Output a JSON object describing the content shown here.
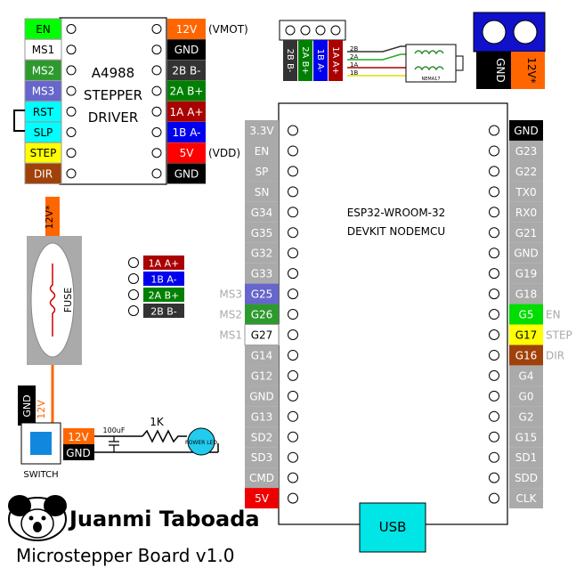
{
  "driver": {
    "title_line1": "A4988",
    "title_line2": "STEPPER",
    "title_line3": "DRIVER",
    "left_pins": [
      {
        "label": "EN",
        "bg": "#00ff00",
        "fg": "#000000"
      },
      {
        "label": "MS1",
        "bg": "#ffffff",
        "fg": "#000000"
      },
      {
        "label": "MS2",
        "bg": "#2e9a2e",
        "fg": "#ffffff"
      },
      {
        "label": "MS3",
        "bg": "#6666cc",
        "fg": "#ffffff"
      },
      {
        "label": "RST",
        "bg": "#00ffff",
        "fg": "#000000"
      },
      {
        "label": "SLP",
        "bg": "#00ffff",
        "fg": "#000000"
      },
      {
        "label": "STEP",
        "bg": "#ffff00",
        "fg": "#000000"
      },
      {
        "label": "DIR",
        "bg": "#a0410a",
        "fg": "#ffffff"
      }
    ],
    "right_pins": [
      {
        "label": "12V",
        "bg": "#ff6600",
        "fg": "#ffffff",
        "note": "(VMOT)"
      },
      {
        "label": "GND",
        "bg": "#000000",
        "fg": "#ffffff",
        "note": ""
      },
      {
        "label": "2B B-",
        "bg": "#333333",
        "fg": "#ffffff",
        "note": ""
      },
      {
        "label": "2A B+",
        "bg": "#008000",
        "fg": "#ffffff",
        "note": ""
      },
      {
        "label": "1A A+",
        "bg": "#aa0000",
        "fg": "#ffffff",
        "note": ""
      },
      {
        "label": "1B A-",
        "bg": "#0000ee",
        "fg": "#ffffff",
        "note": ""
      },
      {
        "label": "5V",
        "bg": "#ff0000",
        "fg": "#ffffff",
        "note": "(VDD)"
      },
      {
        "label": "GND",
        "bg": "#000000",
        "fg": "#ffffff",
        "note": ""
      }
    ]
  },
  "motor_connector": {
    "pins": [
      {
        "label": "2B B-",
        "bg": "#333333"
      },
      {
        "label": "2A B+",
        "bg": "#008000"
      },
      {
        "label": "1B A-",
        "bg": "#0000ee"
      },
      {
        "label": "1A A+",
        "bg": "#aa0000"
      }
    ],
    "wire_labels": [
      "2B",
      "2A",
      "1A",
      "1B"
    ],
    "motor_label": "NEMA17"
  },
  "power_jack": {
    "gnd": "GND",
    "v12": "12V*"
  },
  "fuse": {
    "label": "FUSE",
    "top_label": "12V*",
    "wire_label": "12V"
  },
  "switch": {
    "label": "SWITCH",
    "gnd": "GND"
  },
  "power_block": {
    "v12": "12V",
    "gnd": "GND",
    "cap": "100uF",
    "resistor": "1K",
    "led": "POWER LED"
  },
  "motor_pins": [
    {
      "label": "1A A+",
      "bg": "#aa0000"
    },
    {
      "label": "1B A-",
      "bg": "#0000ee"
    },
    {
      "label": "2A B+",
      "bg": "#008000"
    },
    {
      "label": "2B B-",
      "bg": "#333333"
    }
  ],
  "esp32": {
    "title_line1": "ESP32-WROOM-32",
    "title_line2": "DEVKIT NODEMCU",
    "usb": "USB",
    "left_pins": [
      {
        "label": "3.3V",
        "bg": "#aaaaaa",
        "fg": "#ffffff",
        "side": ""
      },
      {
        "label": "EN",
        "bg": "#aaaaaa",
        "fg": "#ffffff",
        "side": ""
      },
      {
        "label": "SP",
        "bg": "#aaaaaa",
        "fg": "#ffffff",
        "side": ""
      },
      {
        "label": "SN",
        "bg": "#aaaaaa",
        "fg": "#ffffff",
        "side": ""
      },
      {
        "label": "G34",
        "bg": "#aaaaaa",
        "fg": "#ffffff",
        "side": ""
      },
      {
        "label": "G35",
        "bg": "#aaaaaa",
        "fg": "#ffffff",
        "side": ""
      },
      {
        "label": "G32",
        "bg": "#aaaaaa",
        "fg": "#ffffff",
        "side": ""
      },
      {
        "label": "G33",
        "bg": "#aaaaaa",
        "fg": "#ffffff",
        "side": ""
      },
      {
        "label": "G25",
        "bg": "#6666cc",
        "fg": "#ffffff",
        "side": "MS3"
      },
      {
        "label": "G26",
        "bg": "#2e9a2e",
        "fg": "#ffffff",
        "side": "MS2"
      },
      {
        "label": "G27",
        "bg": "#ffffff",
        "fg": "#000000",
        "side": "MS1"
      },
      {
        "label": "G14",
        "bg": "#aaaaaa",
        "fg": "#ffffff",
        "side": ""
      },
      {
        "label": "G12",
        "bg": "#aaaaaa",
        "fg": "#ffffff",
        "side": ""
      },
      {
        "label": "GND",
        "bg": "#aaaaaa",
        "fg": "#ffffff",
        "side": ""
      },
      {
        "label": "G13",
        "bg": "#aaaaaa",
        "fg": "#ffffff",
        "side": ""
      },
      {
        "label": "SD2",
        "bg": "#aaaaaa",
        "fg": "#ffffff",
        "side": ""
      },
      {
        "label": "SD3",
        "bg": "#aaaaaa",
        "fg": "#ffffff",
        "side": ""
      },
      {
        "label": "CMD",
        "bg": "#aaaaaa",
        "fg": "#ffffff",
        "side": ""
      },
      {
        "label": "5V",
        "bg": "#ee0000",
        "fg": "#ffffff",
        "side": ""
      }
    ],
    "right_pins": [
      {
        "label": "GND",
        "bg": "#000000",
        "fg": "#ffffff",
        "side": ""
      },
      {
        "label": "G23",
        "bg": "#aaaaaa",
        "fg": "#ffffff",
        "side": ""
      },
      {
        "label": "G22",
        "bg": "#aaaaaa",
        "fg": "#ffffff",
        "side": ""
      },
      {
        "label": "TX0",
        "bg": "#aaaaaa",
        "fg": "#ffffff",
        "side": ""
      },
      {
        "label": "RX0",
        "bg": "#aaaaaa",
        "fg": "#ffffff",
        "side": ""
      },
      {
        "label": "G21",
        "bg": "#aaaaaa",
        "fg": "#ffffff",
        "side": ""
      },
      {
        "label": "GND",
        "bg": "#aaaaaa",
        "fg": "#ffffff",
        "side": ""
      },
      {
        "label": "G19",
        "bg": "#aaaaaa",
        "fg": "#ffffff",
        "side": ""
      },
      {
        "label": "G18",
        "bg": "#aaaaaa",
        "fg": "#ffffff",
        "side": ""
      },
      {
        "label": "G5",
        "bg": "#00dd00",
        "fg": "#ffffff",
        "side": "EN"
      },
      {
        "label": "G17",
        "bg": "#ffff00",
        "fg": "#000000",
        "side": "STEP"
      },
      {
        "label": "G16",
        "bg": "#a0410a",
        "fg": "#ffffff",
        "side": "DIR"
      },
      {
        "label": "G4",
        "bg": "#aaaaaa",
        "fg": "#ffffff",
        "side": ""
      },
      {
        "label": "G0",
        "bg": "#aaaaaa",
        "fg": "#ffffff",
        "side": ""
      },
      {
        "label": "G2",
        "bg": "#aaaaaa",
        "fg": "#ffffff",
        "side": ""
      },
      {
        "label": "G15",
        "bg": "#aaaaaa",
        "fg": "#ffffff",
        "side": ""
      },
      {
        "label": "SD1",
        "bg": "#aaaaaa",
        "fg": "#ffffff",
        "side": ""
      },
      {
        "label": "SDD",
        "bg": "#aaaaaa",
        "fg": "#ffffff",
        "side": ""
      },
      {
        "label": "CLK",
        "bg": "#aaaaaa",
        "fg": "#ffffff",
        "side": ""
      }
    ]
  },
  "author": "Juanmi Taboada",
  "board_title": "Microstepper Board v1.0",
  "colors": {
    "usb": "#00e5e5",
    "power_jack": "#1111cc",
    "led": "#22ccee"
  }
}
